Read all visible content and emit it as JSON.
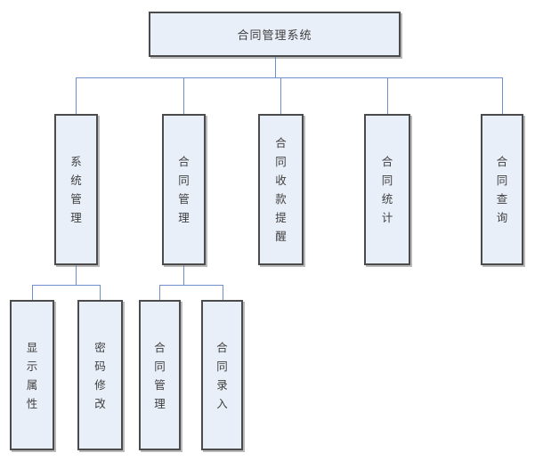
{
  "diagram": {
    "root": {
      "label": "合同管理系统"
    },
    "level2": [
      {
        "label": "系统管理"
      },
      {
        "label": "合同管理"
      },
      {
        "label": "合同收款提醒"
      },
      {
        "label": "合同统计"
      },
      {
        "label": "合同查询"
      }
    ],
    "system_children": [
      {
        "label": "显示属性"
      },
      {
        "label": "密码修改"
      }
    ],
    "contract_children": [
      {
        "label": "合同管理"
      },
      {
        "label": "合同录入"
      }
    ],
    "colors": {
      "background": "#ffffff",
      "box_fill": "#e9eff8",
      "box_border": "#4b4b4b",
      "connector": "#6e8fc9",
      "text": "#3f3f3f"
    }
  }
}
